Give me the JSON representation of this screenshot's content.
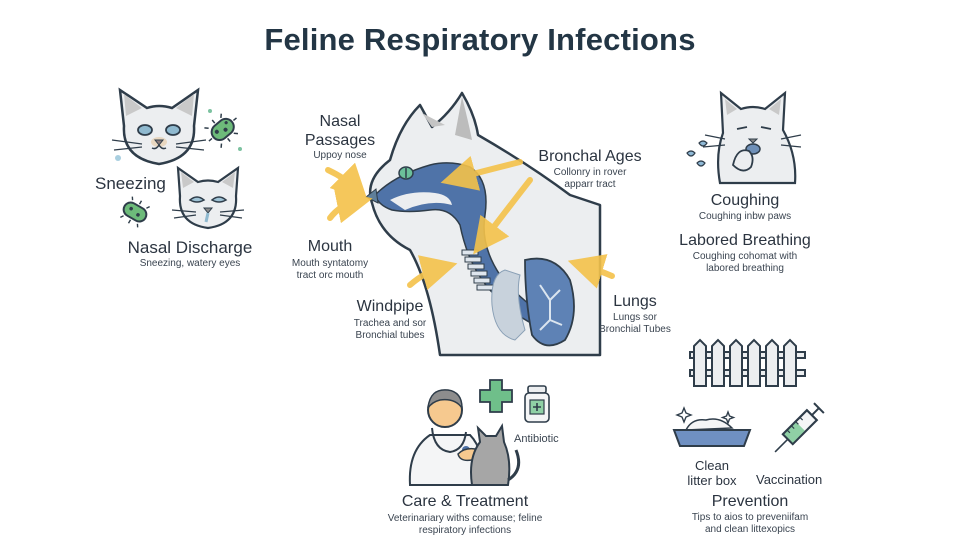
{
  "title": "Feline Respiratory Infections",
  "symptoms_left": {
    "sneezing": {
      "label": "Sneezing"
    },
    "nasal_discharge": {
      "label": "Nasal Discharge",
      "desc": "Sneezing, watery eyes"
    }
  },
  "anatomy": {
    "nasal_passages": {
      "label_line1": "Nasal",
      "label_line2": "Passages",
      "desc": "Uppoy nose"
    },
    "mouth": {
      "label": "Mouth",
      "desc_line1": "Mouth syntatomy",
      "desc_line2": "tract orc mouth"
    },
    "windpipe": {
      "label": "Windpipe",
      "desc_line1": "Trachea and sor",
      "desc_line2": "Bronchial tubes"
    },
    "bronchial": {
      "label": "Bronchal Ages",
      "desc_line1": "Collonry in rover",
      "desc_line2": "apparr tract"
    },
    "lungs": {
      "label": "Lungs",
      "desc_line1": "Lungs sor",
      "desc_line2": "Bronchial Tubes"
    }
  },
  "symptoms_right": {
    "coughing": {
      "label": "Coughing",
      "desc": "Coughing inbw paws"
    },
    "labored": {
      "label": "Labored Breathing",
      "desc_line1": "Coughing cohomat with",
      "desc_line2": "labored breathing"
    }
  },
  "care": {
    "label": "Care & Treatment",
    "antibiotic": "Antibiotic",
    "desc_line1": "Veterinariary withs comause; feline",
    "desc_line2": "respiratory infections"
  },
  "prevention": {
    "label": "Prevention",
    "litter_line1": "Clean",
    "litter_line2": "litter box",
    "vaccination": "Vaccination",
    "desc_line1": "Tips to aios to preveniifam",
    "desc_line2": "and clean littexopics"
  },
  "colors": {
    "outline": "#2f3d4a",
    "airway_blue": "#4f73a8",
    "lung_blue": "#5e82b5",
    "cat_fill": "#eceef0",
    "arrow_yellow": "#f4c24a",
    "germ_green": "#6dbb7a",
    "cross_green": "#6fbf8a"
  }
}
